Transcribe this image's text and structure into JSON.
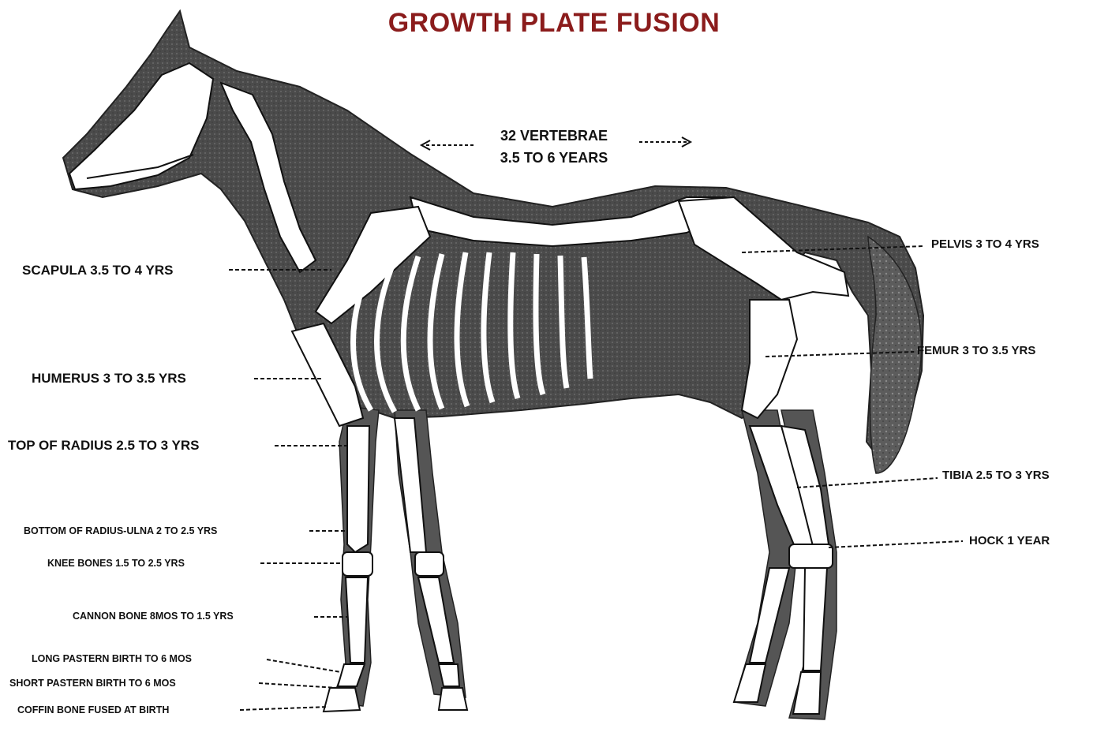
{
  "title": "GROWTH PLATE FUSION",
  "vertebrae": {
    "line1": "32 VERTEBRAE",
    "line2": "3.5 TO 6 YEARS"
  },
  "left_labels": {
    "scapula": "SCAPULA 3.5 TO 4 YRS",
    "humerus": "HUMERUS 3 TO 3.5 YRS",
    "top_radius": "TOP OF RADIUS 2.5 TO 3 YRS",
    "bottom_radius": "BOTTOM OF RADIUS-ULNA 2 TO 2.5 YRS",
    "knee": "KNEE BONES 1.5 TO 2.5 YRS",
    "cannon": "CANNON BONE 8MOS TO 1.5 YRS",
    "long_pastern": "LONG PASTERN BIRTH TO 6 MOS",
    "short_pastern": "SHORT PASTERN BIRTH TO 6 MOS",
    "coffin": "COFFIN BONE FUSED AT BIRTH"
  },
  "right_labels": {
    "pelvis": "PELVIS 3 TO 4 YRS",
    "femur": "FEMUR 3 TO 3.5 YRS",
    "tibia": "TIBIA 2.5 TO 3 YRS",
    "hock": "HOCK 1 YEAR"
  },
  "colors": {
    "title": "#8b1c1c",
    "body": "#4a4a4a",
    "bone": "#ffffff",
    "text": "#111111"
  }
}
